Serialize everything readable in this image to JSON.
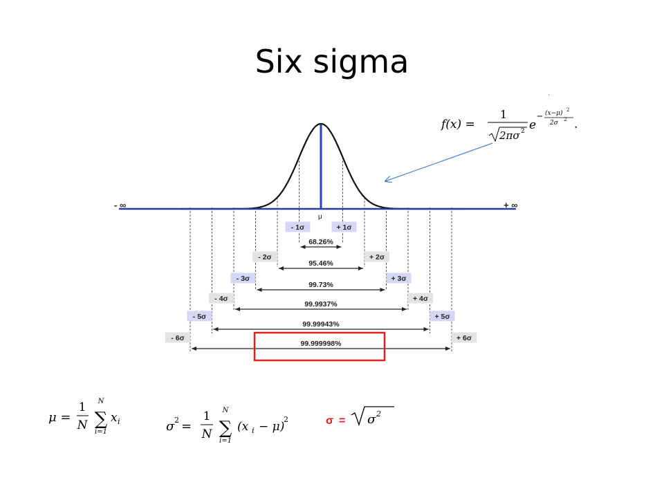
{
  "slide": {
    "title": "Six sigma"
  },
  "axis": {
    "left_label": "- ∞",
    "right_label": "+ ∞",
    "mean_label": "μ"
  },
  "ranges": [
    {
      "k": 1,
      "left_label": "- 1σ",
      "right_label": "+ 1σ",
      "percent": "68.26%",
      "label_color": "#d6d6f7"
    },
    {
      "k": 2,
      "left_label": "- 2σ",
      "right_label": "+ 2σ",
      "percent": "95.46%",
      "label_color": "#e3e3e3"
    },
    {
      "k": 3,
      "left_label": "- 3σ",
      "right_label": "+ 3σ",
      "percent": "99.73%",
      "label_color": "#d6d6f7"
    },
    {
      "k": 4,
      "left_label": "- 4σ",
      "right_label": "+ 4σ",
      "percent": "99.9937%",
      "label_color": "#e3e3e3"
    },
    {
      "k": 5,
      "left_label": "- 5σ",
      "right_label": "+ 5σ",
      "percent": "99.99943%",
      "label_color": "#d6d6f7"
    },
    {
      "k": 6,
      "left_label": "- 6σ",
      "right_label": "+ 6σ",
      "percent": "99.999998%",
      "label_color": "#e3e3e3"
    }
  ],
  "highlight": {
    "target": "99.999998%",
    "color": "#e0201c"
  },
  "colors": {
    "axis": "#2b3a9a",
    "mean_line": "#2a3cc8",
    "curve": "#111111",
    "arrow": "#4f86c6",
    "sigma_text": "#e0201c"
  },
  "formulas": {
    "pdf": {
      "lhs": "f(x) =",
      "num": "1",
      "den": "2πσ",
      "sq": "2",
      "base": "e",
      "exp_num": "(x−μ)",
      "exp_den": "2σ",
      "end": "."
    },
    "mean": {
      "lhs": "μ =",
      "frac_num": "1",
      "frac_den": "N",
      "upper": "N",
      "lower": "i=1",
      "term": "x",
      "sub": "i"
    },
    "variance": {
      "lhs": "σ",
      "eq": "=",
      "frac_num": "1",
      "frac_den": "N",
      "upper": "N",
      "lower": "i=1",
      "term": "(x",
      "sub": "i",
      "rest": "− μ)"
    },
    "sigma": {
      "lhs": "σ",
      "eq": "=",
      "radicand": "σ"
    }
  }
}
